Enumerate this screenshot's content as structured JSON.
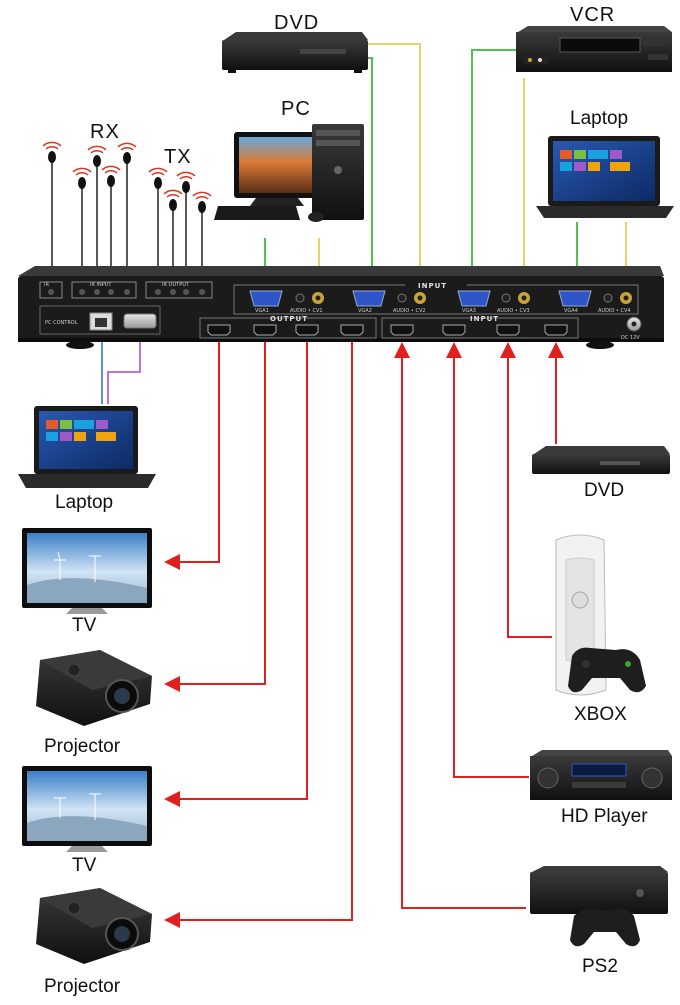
{
  "labels": {
    "dvd_top": "DVD",
    "vcr": "VCR",
    "pc": "PC",
    "laptop_top": "Laptop",
    "rx": "RX",
    "tx": "TX",
    "laptop_left": "Laptop",
    "tv_1": "TV",
    "projector_1": "Projector",
    "tv_2": "TV",
    "projector_2": "Projector",
    "dvd_right": "DVD",
    "xbox": "XBOX",
    "hd_player": "HD Player",
    "ps2": "PS2"
  },
  "panel": {
    "ir_label": "IR",
    "rx_input": "IR INPUT",
    "tx_output": "IR OUTPUT",
    "pc_control": "PC CONTROL",
    "input_top": "INPUT",
    "output": "OUTPUT",
    "input_bottom": "INPUT",
    "dc": "DC 12V",
    "ports": [
      "VGA1",
      "AUDIO • CV1",
      "VGA2",
      "AUDIO • CV2",
      "VGA3",
      "AUDIO • CV3",
      "VGA4",
      "AUDIO • CV4"
    ]
  },
  "colors": {
    "hdmi_cable": "#e01f1f",
    "vga_cable": "#4fc24f",
    "audio_cable": "#e8d36a",
    "network_cable": "#5b8fe0",
    "serial_cable": "#c070e0",
    "device_body": "#1a1a1a"
  }
}
